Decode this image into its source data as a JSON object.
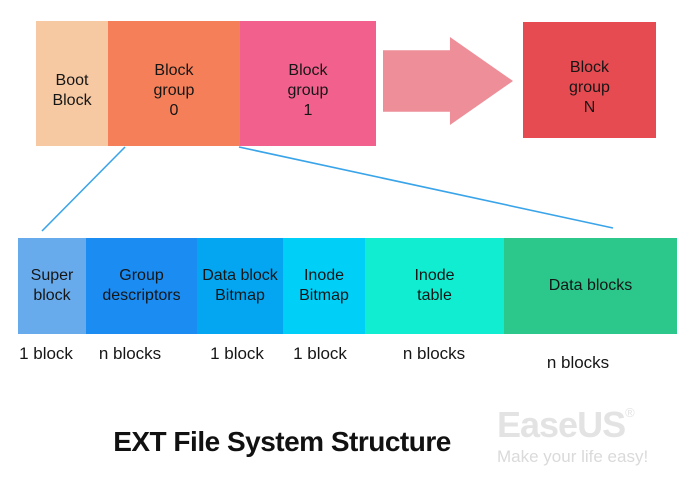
{
  "title": "EXT File System Structure",
  "connectors": {
    "color": "#3aa4e9"
  },
  "top_row": {
    "blocks": [
      {
        "label": "Boot\nBlock",
        "color": "#f6c9a2"
      },
      {
        "label": "Block\ngroup\n0",
        "color": "#f47f58"
      },
      {
        "label": "Block\ngroup\n1",
        "color": "#f2618e"
      },
      {
        "label": "Block\ngroup\nN",
        "color": "#e64b52"
      }
    ],
    "arrow": {
      "icon": "right-arrow-icon",
      "color": "#ed8e98"
    }
  },
  "bottom_row": {
    "blocks": [
      {
        "label": "Super\nblock",
        "size_label": "1 block",
        "color": "#68abed"
      },
      {
        "label": "Group\ndescriptors",
        "size_label": "n blocks",
        "color": "#1b8cf2"
      },
      {
        "label": "Data block\nBitmap",
        "size_label": "1 block",
        "color": "#04a6f2"
      },
      {
        "label": "Inode\nBitmap",
        "size_label": "1 block",
        "color": "#00cff8"
      },
      {
        "label": "Inode\ntable",
        "size_label": "n blocks",
        "color": "#10edd0"
      },
      {
        "label": "Data blocks",
        "size_label": "n blocks",
        "color": "#2bc78b"
      }
    ]
  },
  "logo": {
    "brand": "EaseUS",
    "registered_mark": "®",
    "tagline": "Make your life easy!"
  }
}
